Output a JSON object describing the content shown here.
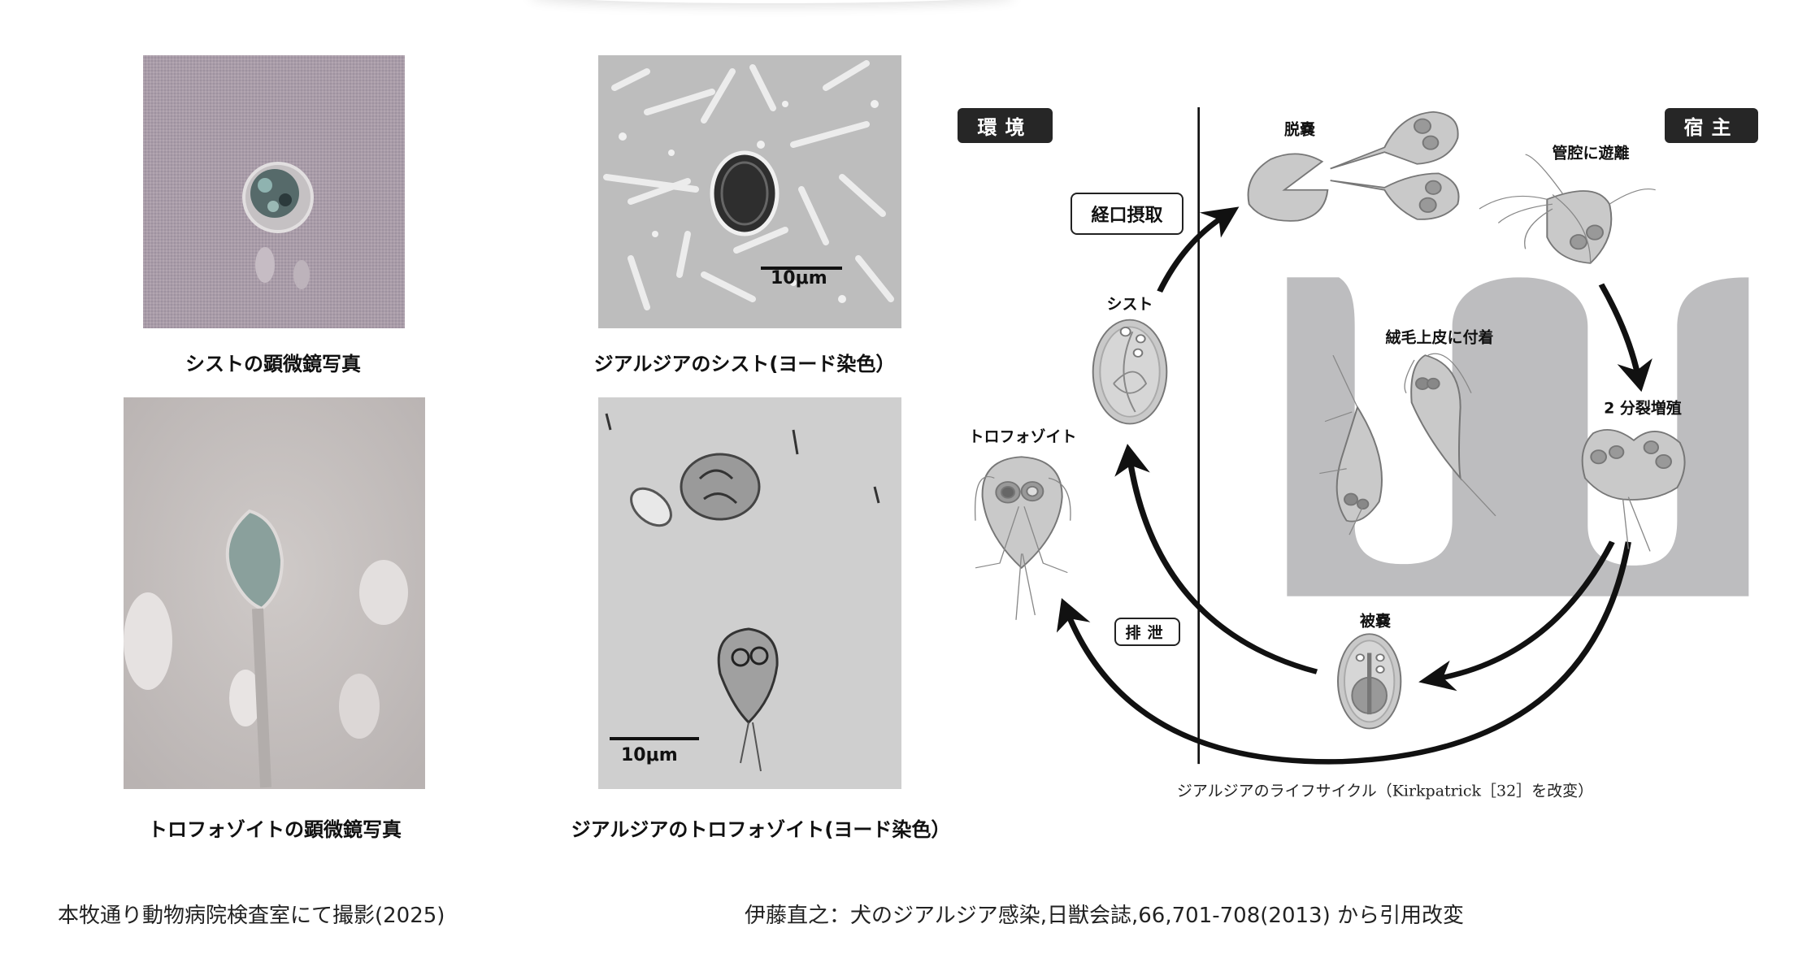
{
  "photos": [
    {
      "caption": "シストの顕微鏡写真"
    },
    {
      "caption": "ジアルジアのシスト(ヨード染色）",
      "scale_bar": "10μm"
    },
    {
      "caption": "トロフォゾイトの顕微鏡写真"
    },
    {
      "caption": "ジアルジアのトロフォゾイト(ヨード染色）",
      "scale_bar": "10μm"
    }
  ],
  "footer": {
    "left": "本牧通り動物病院検査室にて撮影(2025)",
    "right": "伊藤直之：犬のジアルジア感染,日獣会誌,66,701-708(2013) から引用改変"
  },
  "diagram": {
    "env_tag": "環境",
    "host_tag": "宿主",
    "oral_box": "経口摂取",
    "excretion_box": "排泄",
    "labels": {
      "excystation": "脱嚢",
      "lumen_release": "管腔に遊離",
      "cyst": "シスト",
      "attach": "絨毛上皮に付着",
      "binary_fission": "2 分裂増殖",
      "trophozoite": "トロフォゾイト",
      "encystation": "被嚢"
    },
    "caption": "ジアルジアのライフサイクル（Kirkpatrick［32］を改変）"
  }
}
